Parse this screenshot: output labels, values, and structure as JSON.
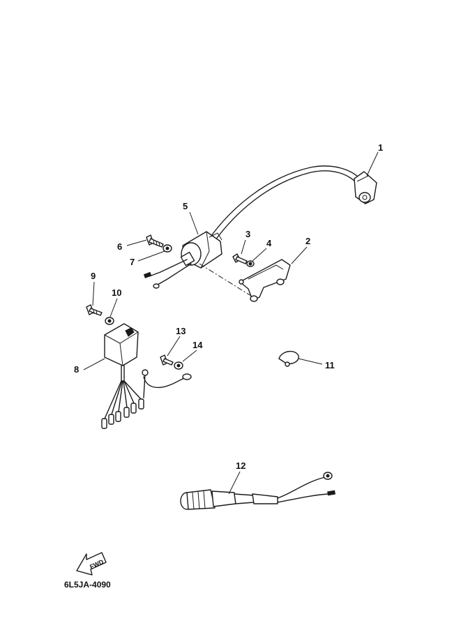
{
  "diagram": {
    "part_numbers": [
      "1",
      "2",
      "3",
      "4",
      "5",
      "6",
      "7",
      "8",
      "9",
      "10",
      "11",
      "12",
      "13",
      "14"
    ],
    "direction_label": "FWD",
    "drawing_code": "6L5JA-4090"
  }
}
